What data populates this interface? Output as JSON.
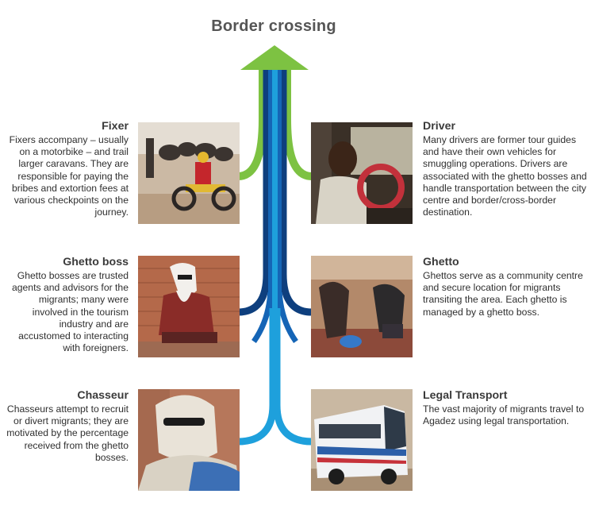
{
  "title": "Border crossing",
  "actors": {
    "fixer": {
      "name": "Fixer",
      "text": "Fixers accompany – usually on a motorbike – and trail larger caravans. They are responsible for paying the bribes and extortion fees at various checkpoints on the journey.",
      "photo_icon": "motorbike-photo"
    },
    "ghetto_boss": {
      "name": "Ghetto boss",
      "text": "Ghetto bosses are trusted agents and advisors for the migrants; many were involved in the tourism industry and are accustomed to interacting with foreigners.",
      "photo_icon": "seated-man-photo"
    },
    "chasseur": {
      "name": "Chasseur",
      "text": "Chasseurs attempt to recruit or divert migrants; they are motivated by the percentage received from the ghetto bosses.",
      "photo_icon": "veiled-man-photo"
    },
    "driver": {
      "name": "Driver",
      "text": "Many drivers are former tour guides and have their own vehicles for smuggling operations. Drivers are associated with the ghetto bosses and handle transportation between the city centre and border/cross-border destination.",
      "photo_icon": "driver-photo"
    },
    "ghetto": {
      "name": "Ghetto",
      "text": "Ghettos serve as a community centre and secure location for migrants transiting the area. Each ghetto is managed by a ghetto boss.",
      "photo_icon": "room-photo"
    },
    "legal_transport": {
      "name": "Legal Transport",
      "text": "The vast majority of migrants travel to Agadez using legal transportation.",
      "photo_icon": "bus-photo"
    }
  },
  "colors": {
    "green": "#7dc242",
    "light_blue": "#1ea0dc",
    "mid_blue": "#1565b6",
    "dark_blue": "#0e3f7e"
  }
}
